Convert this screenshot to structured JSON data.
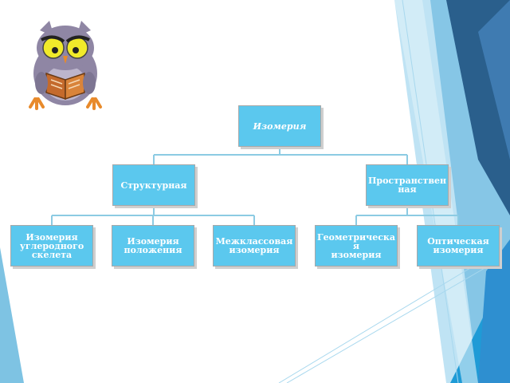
{
  "diagram": {
    "root": {
      "label": "Изомерия"
    },
    "structural": {
      "label": "Структурная",
      "children": [
        "Изомерия\nуглеродного\nскелета",
        "Изомерия\nположения",
        "Межклассовая\nизомерия"
      ]
    },
    "spatial": {
      "label": "Пространствен\nная",
      "children": [
        "Геометрическа\nя\nизомерия",
        "Оптическая\nизомерия"
      ]
    }
  },
  "colors": {
    "box_fill": "#5bc8ee",
    "box_border": "#a8a8a8",
    "connector": "#8ccbe3",
    "accent_dark": "#2a5f8c",
    "accent_mid": "#2e8fd0",
    "accent_light": "#a8d8ee"
  },
  "icons": [
    "owl-reading-book-icon"
  ]
}
